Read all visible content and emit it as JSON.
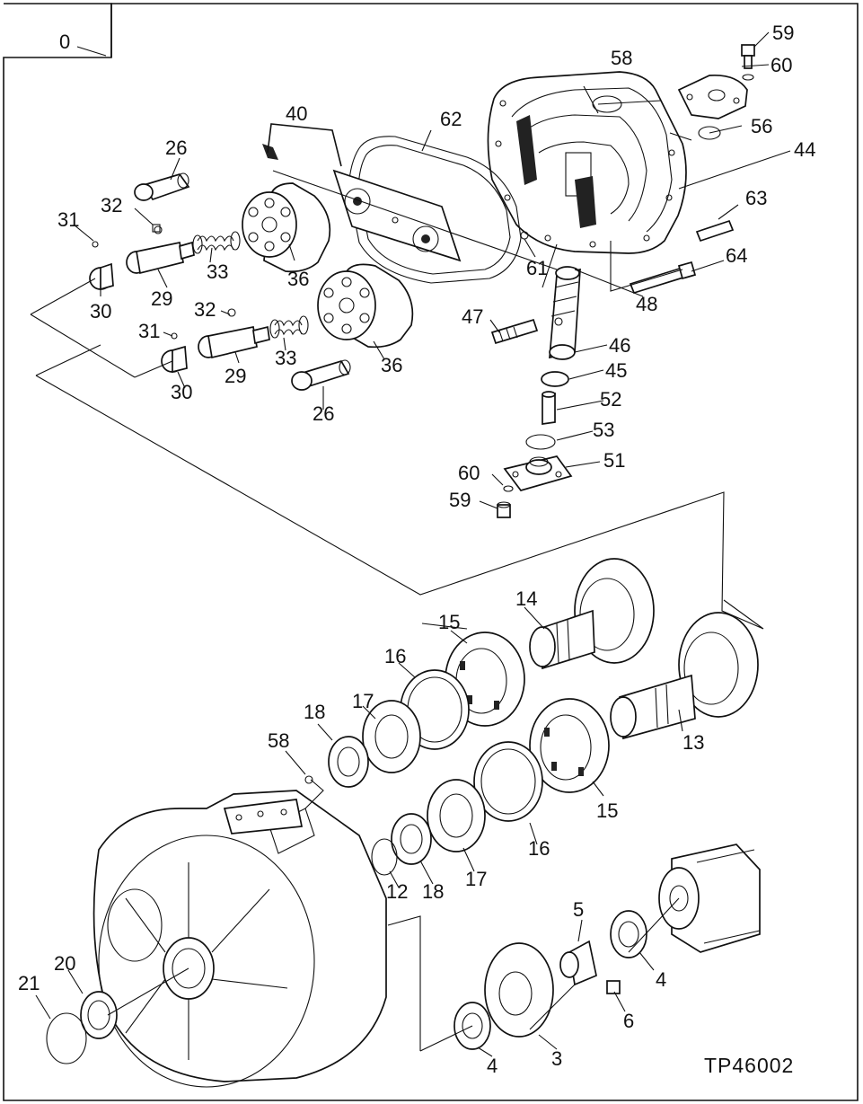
{
  "figure": {
    "reference_code": "TP46002",
    "corner_index_label": "0"
  },
  "callouts": {
    "c59a": "59",
    "c60a": "60",
    "c58a": "58",
    "c56": "56",
    "c44": "44",
    "c40": "40",
    "c62": "62",
    "c63": "63",
    "c64": "64",
    "c26a": "26",
    "c32a": "32",
    "c31a": "31",
    "c33a": "33",
    "c36a": "36",
    "c29a": "29",
    "c30a": "30",
    "c61": "61",
    "c48": "48",
    "c47": "47",
    "c46": "46",
    "c32b": "32",
    "c31b": "31",
    "c33b": "33",
    "c29b": "29",
    "c30b": "30",
    "c36b": "36",
    "c26b": "26",
    "c45": "45",
    "c52": "52",
    "c53": "53",
    "c60b": "60",
    "c51": "51",
    "c59b": "59",
    "c14": "14",
    "c15a": "15",
    "c16a": "16",
    "c17a": "17",
    "c18a": "18",
    "c58b": "58",
    "c13": "13",
    "c15b": "15",
    "c16b": "16",
    "c17b": "17",
    "c18b": "18",
    "c12": "12",
    "c5": "5",
    "c4a": "4",
    "c6": "6",
    "c20": "20",
    "c21": "21",
    "c4b": "4",
    "c3": "3"
  }
}
